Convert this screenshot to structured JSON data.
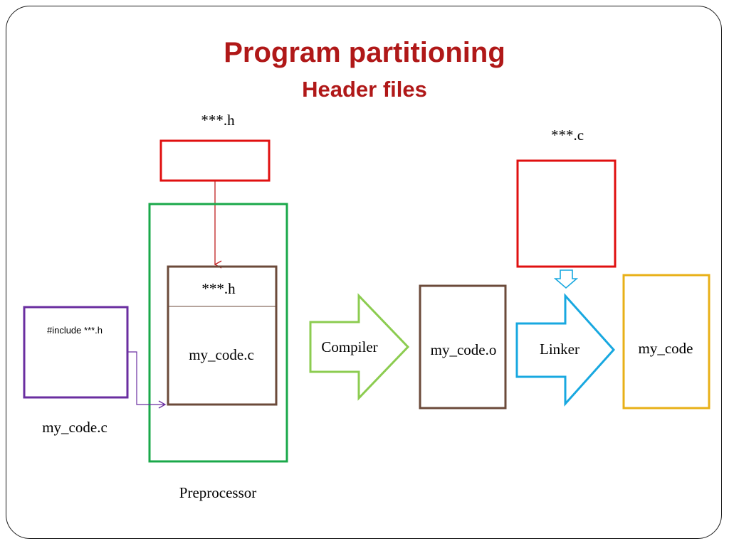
{
  "slide": {
    "title": "Program partitioning",
    "subtitle": "Header files"
  },
  "diagram": {
    "header_file_label": "***.h",
    "source_file_label": "***.c",
    "include_directive": "#include ***.h",
    "input_file_label": "my_code.c",
    "merged_header_label": "***.h",
    "merged_source_label": "my_code.c",
    "preprocessor_label": "Preprocessor",
    "compiler_label": "Compiler",
    "object_file_label": "my_code.o",
    "linker_label": "Linker",
    "executable_label": "my_code"
  },
  "colors": {
    "title": "#b01818",
    "header_box": "#e01010",
    "preprocessor": "#1aa84a",
    "merged_box": "#6b4a3a",
    "input_box": "#6a2ea0",
    "compiler_arrow": "#8ccc50",
    "linker_arrow": "#18a8e0",
    "executable_box": "#e8b018"
  }
}
